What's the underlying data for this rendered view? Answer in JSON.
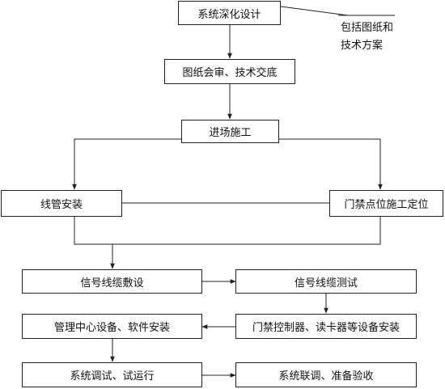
{
  "flowchart": {
    "nodes": {
      "design": "系统深化设计",
      "review": "图纸会审、技术交底",
      "enter": "进场施工",
      "conduit": "线管安装",
      "door_position": "门禁点位施工定位",
      "cable_laying": "信号线缆敷设",
      "cable_test": "信号线缆测试",
      "controller_install": "门禁控制器、读卡器等设备安装",
      "center_install": "管理中心设备、软件安装",
      "debug": "系统调试、试运行",
      "joint_debug": "系统联调、准备验收"
    },
    "annotation": {
      "line1": "包括图纸和",
      "line2": "技术方案"
    }
  }
}
